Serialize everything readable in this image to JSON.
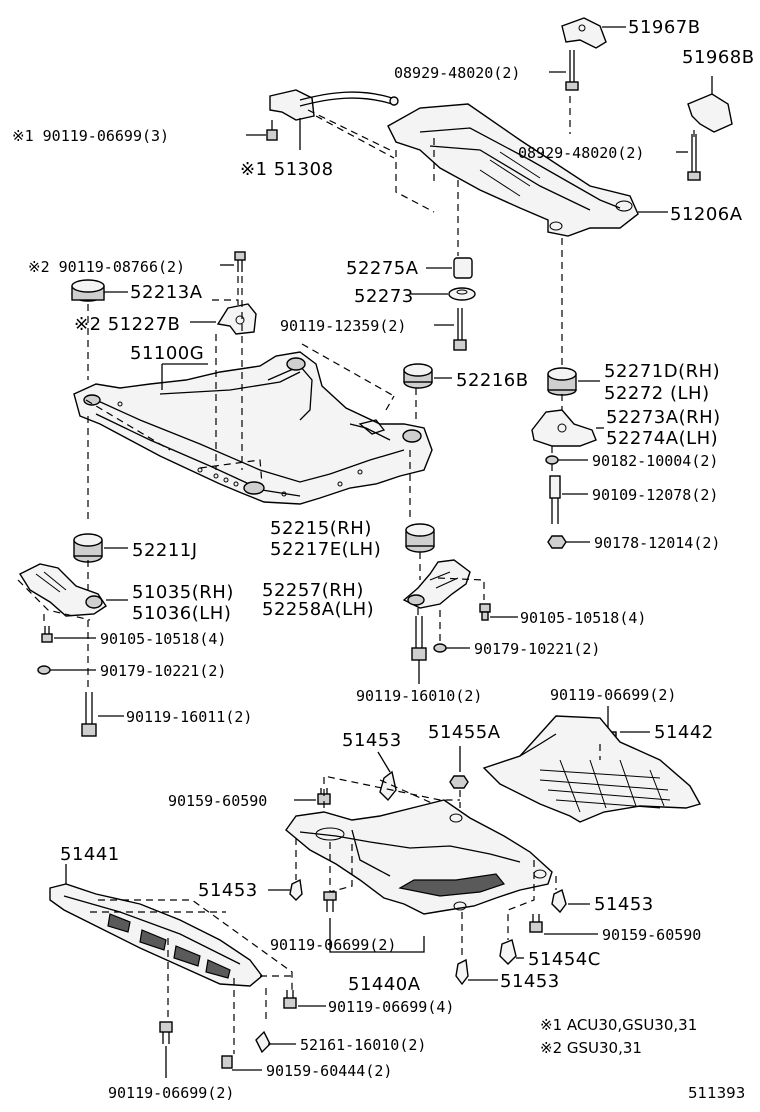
{
  "labels": {
    "l_51967b": "51967B",
    "l_51968b": "51968B",
    "l_08929_a": "08929-48020(2)",
    "l_08929_b": "08929-48020(2)",
    "l_90119_06699_3": "※1 90119-06699(3)",
    "l_51308": "※1 51308",
    "l_51206a": "51206A",
    "l_90119_08766": "※2 90119-08766(2)",
    "l_52213a": "52213A",
    "l_51227b": "※2 51227B",
    "l_51100g": "51100G",
    "l_52275a": "52275A",
    "l_52273": "52273",
    "l_90119_12359": "90119-12359(2)",
    "l_52216b": "52216B",
    "l_52271d": "52271D(RH)",
    "l_52272": "52272  (LH)",
    "l_52273a": "52273A(RH)",
    "l_52274a": "52274A(LH)",
    "l_90182": "90182-10004(2)",
    "l_90109": "90109-12078(2)",
    "l_90178": "90178-12014(2)",
    "l_52215": "52215(RH)",
    "l_52217e": "52217E(LH)",
    "l_52211j": "52211J",
    "l_51035": "51035(RH)",
    "l_51036": "51036(LH)",
    "l_52257": "52257(RH)",
    "l_52258a": "52258A(LH)",
    "l_90105_l": "90105-10518(4)",
    "l_90105_r": "90105-10518(4)",
    "l_90179_l": "90179-10221(2)",
    "l_90179_r": "90179-10221(2)",
    "l_90119_16011": "90119-16011(2)",
    "l_90119_16010": "90119-16010(2)",
    "l_90119_06699_2a": "90119-06699(2)",
    "l_51453_top": "51453",
    "l_51455a": "51455A",
    "l_51442": "51442",
    "l_90159_60590_a": "90159-60590",
    "l_51441": "51441",
    "l_51453_left": "51453",
    "l_51453_right": "51453",
    "l_90159_60590_b": "90159-60590",
    "l_90119_06699_2b": "90119-06699(2)",
    "l_51454c": "51454C",
    "l_51440a": "51440A",
    "l_51453_bottom": "51453",
    "l_90119_06699_4": "90119-06699(4)",
    "l_52161": "52161-16010(2)",
    "l_90159_60444": "90159-60444(2)",
    "l_90119_06699_2c": "90119-06699(2)"
  },
  "notes": {
    "note1": "※1  ACU30,GSU30,31",
    "note2": "※2  GSU30,31"
  },
  "figure_id": "511393"
}
